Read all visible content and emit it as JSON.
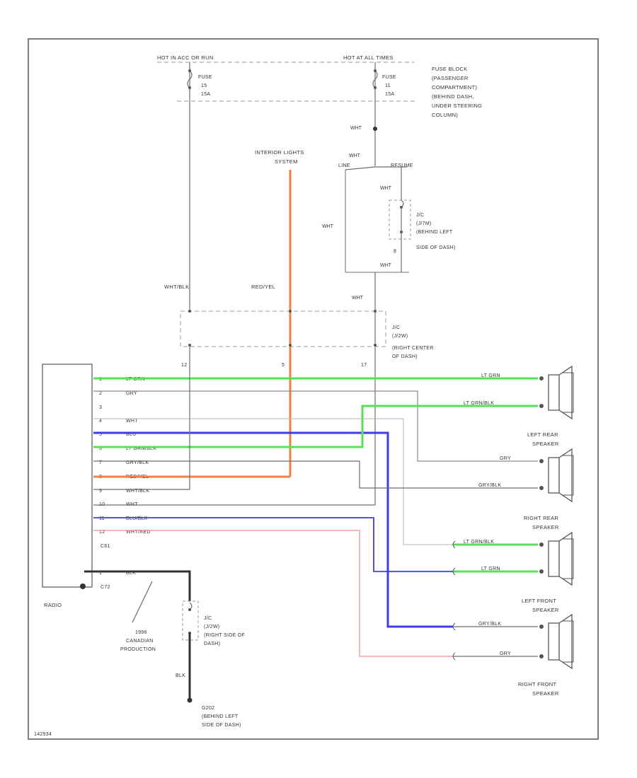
{
  "power": {
    "hot_left": "HOT IN ACC OR RUN",
    "hot_right": "HOT AT ALL TIMES",
    "fuse_left": [
      "FUSE",
      "15",
      "15A"
    ],
    "fuse_right": [
      "FUSE",
      "11",
      "15A"
    ],
    "fuse_block": [
      "FUSE BLOCK",
      "(PASSENGER",
      "COMPARTMENT)",
      "(BEHIND DASH,",
      "UNDER STEERING",
      "COLUMN)"
    ]
  },
  "switch": {
    "label": [
      "INTERIOR LIGHTS",
      "SYSTEM"
    ],
    "left_tag": "LINE",
    "right_tag": "RESUME"
  },
  "connectors": {
    "jc_upper": [
      "J/C",
      "(J/7M)",
      "(BEHIND LEFT",
      "SIDE OF DASH)"
    ],
    "jc_upper_pin": "8",
    "jc_mid": [
      "J/C",
      "(J/2W)",
      "(RIGHT CENTER",
      "OF DASH)"
    ],
    "jc_mid_pins": [
      "12",
      "5",
      "17"
    ],
    "jc_lower": [
      "J/C",
      "(J/2W)",
      "(RIGHT SIDE OF",
      "DASH)"
    ]
  },
  "wire_labels": {
    "wht_splice": "WHT",
    "wht_switch": "WHT",
    "wht_switch_right": "WHT",
    "wht_side": "WHT",
    "wht_bottom": "WHT",
    "wht_blk": "WHT/BLK",
    "red_yel": "RED/YEL",
    "wht_mid": "WHT",
    "blk_ground": "BLK"
  },
  "radio": {
    "label": "RADIO",
    "pins": [
      {
        "num": "1",
        "color": "LT GRN"
      },
      {
        "num": "2",
        "color": "GRY"
      },
      {
        "num": "3",
        "color": ""
      },
      {
        "num": "4",
        "color": "WHT"
      },
      {
        "num": "5",
        "color": "BLU"
      },
      {
        "num": "6",
        "color": "LT GRN/BLK"
      },
      {
        "num": "7",
        "color": "GRY/BLK"
      },
      {
        "num": "8",
        "color": "RED/YEL"
      },
      {
        "num": "9",
        "color": "WHT/BLK"
      },
      {
        "num": "10",
        "color": "WHT"
      },
      {
        "num": "11",
        "color": "BLU/BLK"
      },
      {
        "num": "12",
        "color": "WHT/RED"
      }
    ],
    "conn_top": "C61",
    "gnd_pin": "1",
    "gnd_wire": "BLK",
    "conn_bottom": "C72"
  },
  "speakers": {
    "left_rear": [
      "LEFT REAR",
      "SPEAKER"
    ],
    "right_rear": [
      "RIGHT REAR",
      "SPEAKER"
    ],
    "left_front": [
      "LEFT FRONT",
      "SPEAKER"
    ],
    "right_front": [
      "RIGHT FRONT",
      "SPEAKER"
    ],
    "lr_wires": [
      "LT GRN",
      "LT GRN/BLK"
    ],
    "rr_wires": [
      "GRY",
      "GRY/BLK"
    ],
    "lf_wires": [
      "LT GRN/BLK",
      "LT GRN"
    ],
    "rf_wires": [
      "GRY/BLK",
      "GRY"
    ]
  },
  "notes": {
    "canadian": [
      "1996",
      "CANADIAN",
      "PRODUCTION"
    ],
    "ground": [
      "G202",
      "(BEHIND LEFT",
      "SIDE OF DASH)"
    ],
    "figure_code": "142934"
  },
  "colors": {
    "frame": "#555555",
    "wire_gray": "#6e6e6e",
    "lt_grn": "#55e055",
    "blu": "#3f3fe0",
    "red_yel": "#f08040",
    "wht_red": "#f4a0a0",
    "blk": "#333333",
    "dash": "#999999"
  }
}
